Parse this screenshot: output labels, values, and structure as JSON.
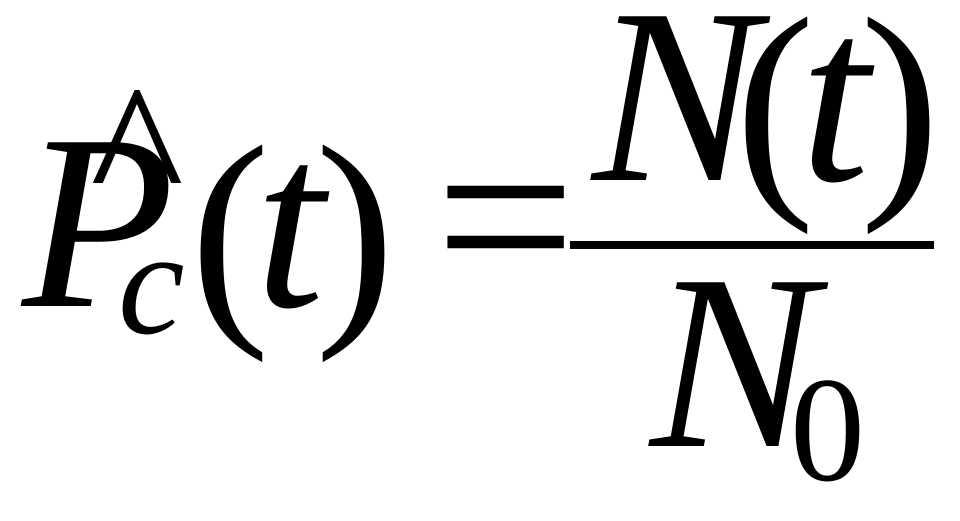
{
  "formula": {
    "lhs": {
      "symbol": "P",
      "accent": "^",
      "subscript": "c",
      "open_paren": "(",
      "argument": "t",
      "close_paren": ")"
    },
    "relation": "=",
    "numerator": {
      "symbol": "N",
      "open_paren": "(",
      "argument": "t",
      "close_paren": ")"
    },
    "denominator": {
      "symbol": "N",
      "subscript": "0"
    }
  }
}
